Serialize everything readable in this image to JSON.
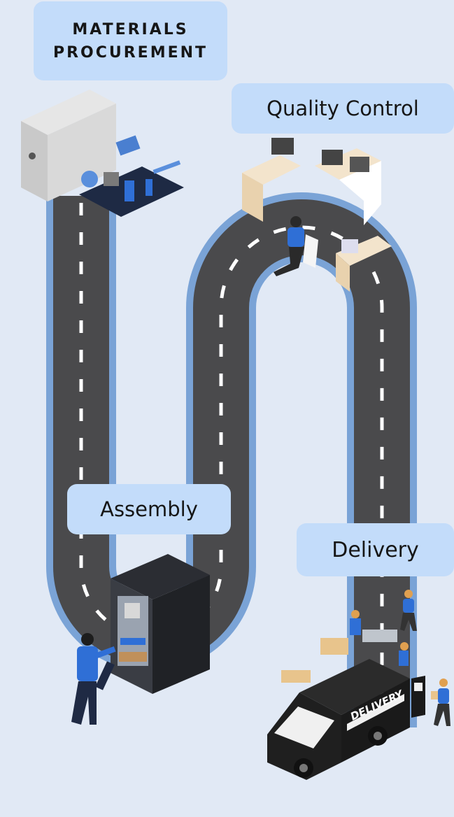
{
  "stages": [
    {
      "id": "materials",
      "line1": "MATERIALS",
      "line2": "PROCUREMENT"
    },
    {
      "id": "quality",
      "label": "Quality Control"
    },
    {
      "id": "assembly",
      "label": "Assembly"
    },
    {
      "id": "delivery",
      "label": "Delivery"
    }
  ],
  "truck_text": "DELIVERY",
  "colors": {
    "background": "#e1e9f5",
    "label_bg": "#c3dcfa",
    "road": "#4a4a4c",
    "road_edge": "#7aa3d6",
    "dash": "#ffffff",
    "accent": "#2f6fd6"
  }
}
